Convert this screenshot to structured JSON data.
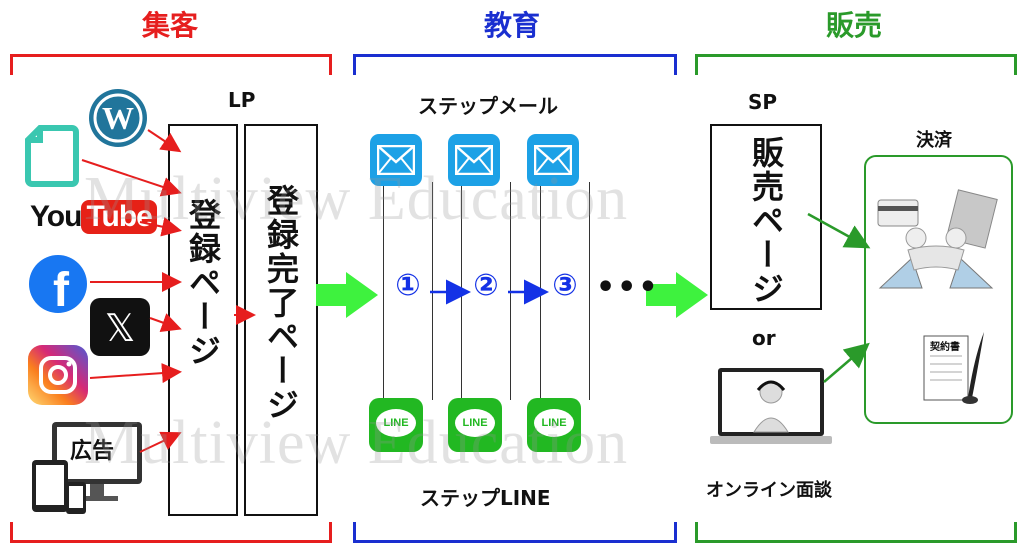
{
  "sections": {
    "acquisition": {
      "title": "集客",
      "color": "#e61e1e"
    },
    "education": {
      "title": "教育",
      "color": "#1a2fd0"
    },
    "sales": {
      "title": "販売",
      "color": "#2a9a2a"
    }
  },
  "labels": {
    "lp": "LP",
    "step_mail": "ステップメール",
    "step_line": "ステップLINE",
    "sp": "SP",
    "payment": "決済",
    "or": "or",
    "online_meeting": "オンライン面談"
  },
  "boxes": {
    "registration_page": "登録ページ",
    "registration_complete_page": "登録完了ページ",
    "sales_page": "販売ページ"
  },
  "sources": {
    "youtube_text": "YouTube",
    "ad_label": "広告"
  },
  "steps": [
    "①",
    "②",
    "③"
  ],
  "ellipsis": "•••",
  "line_icon_text": "LINE",
  "contract_label": "契約書",
  "watermark": "Multiview Education",
  "colors": {
    "red_arrow": "#e61e1e",
    "blue_arrow": "#1432e6",
    "green_arrow": "#3ef23e",
    "mail_blue": "#1da1e6",
    "line_green": "#22b822"
  }
}
